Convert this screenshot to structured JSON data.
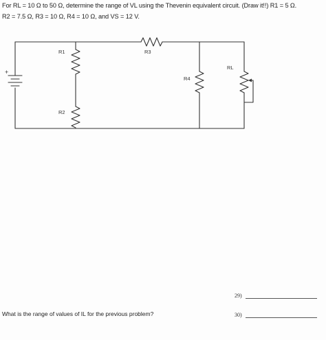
{
  "problem": {
    "line1": "For RL = 10 Ω to 50 Ω, determine the range of VL using the Thevenin equivalent circuit. (Draw it!!) R1 = 5 Ω.",
    "line2": "R2 = 7.5 Ω, R3 = 10 Ω, R4 = 10 Ω, and VS = 12 V."
  },
  "circuit": {
    "r1": "R1",
    "r2": "R2",
    "r3": "R3",
    "r4": "R4",
    "rl": "RL",
    "plus": "+"
  },
  "question": {
    "text": "What is the range of values of IL for the previous problem?"
  },
  "answers": [
    {
      "num": "29)"
    },
    {
      "num": "30)"
    }
  ]
}
